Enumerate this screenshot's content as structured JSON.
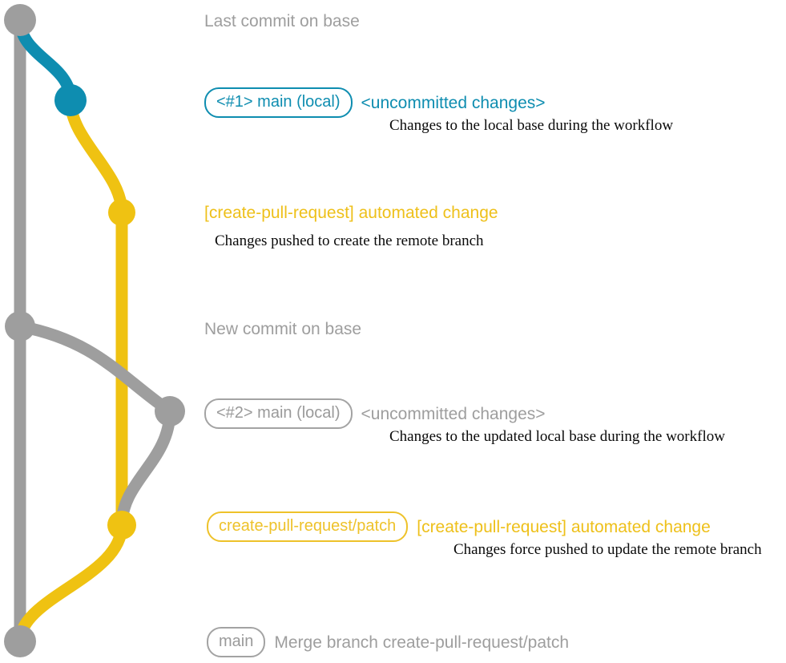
{
  "diagram": {
    "title": "git branch graph of create-pull-request workflow",
    "colors": {
      "base": "#9e9e9e",
      "local": "#0e8db0",
      "patch": "#efc212",
      "patch_outline": "#eec22a",
      "text": "#0a0a0a"
    }
  },
  "commits": [
    {
      "id": "base-last",
      "color_name": "base",
      "label": null,
      "subject": "Last commit on base",
      "note": null
    },
    {
      "id": "local-1",
      "color_name": "local",
      "label": "<#1> main (local)",
      "subject": "<uncommitted changes>",
      "note": "Changes to the local base during the workflow"
    },
    {
      "id": "patch-1",
      "color_name": "patch",
      "label": null,
      "subject": "[create-pull-request] automated change",
      "note": "Changes pushed to create the remote branch"
    },
    {
      "id": "base-new",
      "color_name": "base",
      "label": null,
      "subject": "New commit on base",
      "note": null
    },
    {
      "id": "local-2",
      "color_name": "base",
      "label": "<#2> main (local)",
      "subject": "<uncommitted changes>",
      "note": "Changes to the updated local base during the workflow"
    },
    {
      "id": "patch-2",
      "color_name": "patch",
      "label": "create-pull-request/patch",
      "subject": "[create-pull-request] automated change",
      "note": "Changes force pushed to update the remote branch"
    },
    {
      "id": "merge",
      "color_name": "base",
      "label": "main",
      "subject": "Merge branch create-pull-request/patch",
      "note": null
    }
  ]
}
